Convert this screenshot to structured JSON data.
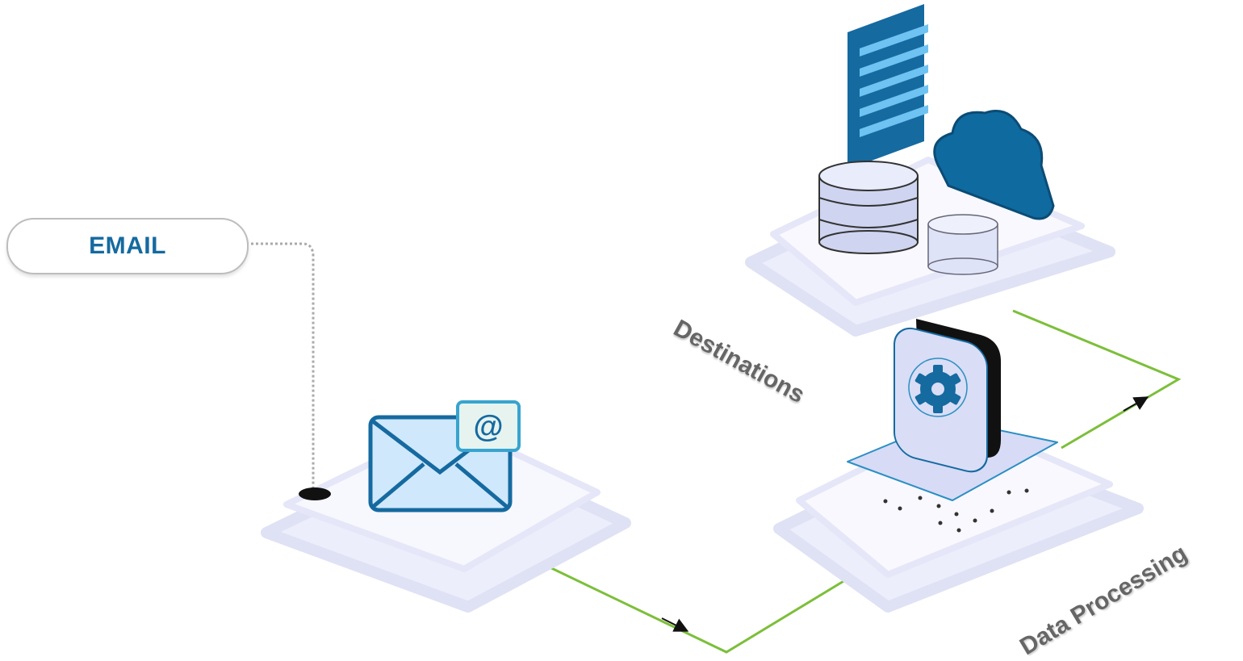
{
  "source_node": {
    "label": "EMAIL",
    "icon": "email-at-icon",
    "at_symbol": "@"
  },
  "stages": [
    {
      "label": "Data Processing",
      "icon": "gear-sync-icon"
    },
    {
      "label": "Destinations",
      "icon": "server-database-cloud-icon"
    }
  ],
  "colors": {
    "accent_blue": "#156aa0",
    "flow_line": "#7cbf3a",
    "platform": "#e8e9fb",
    "label_gray": "#666666"
  }
}
